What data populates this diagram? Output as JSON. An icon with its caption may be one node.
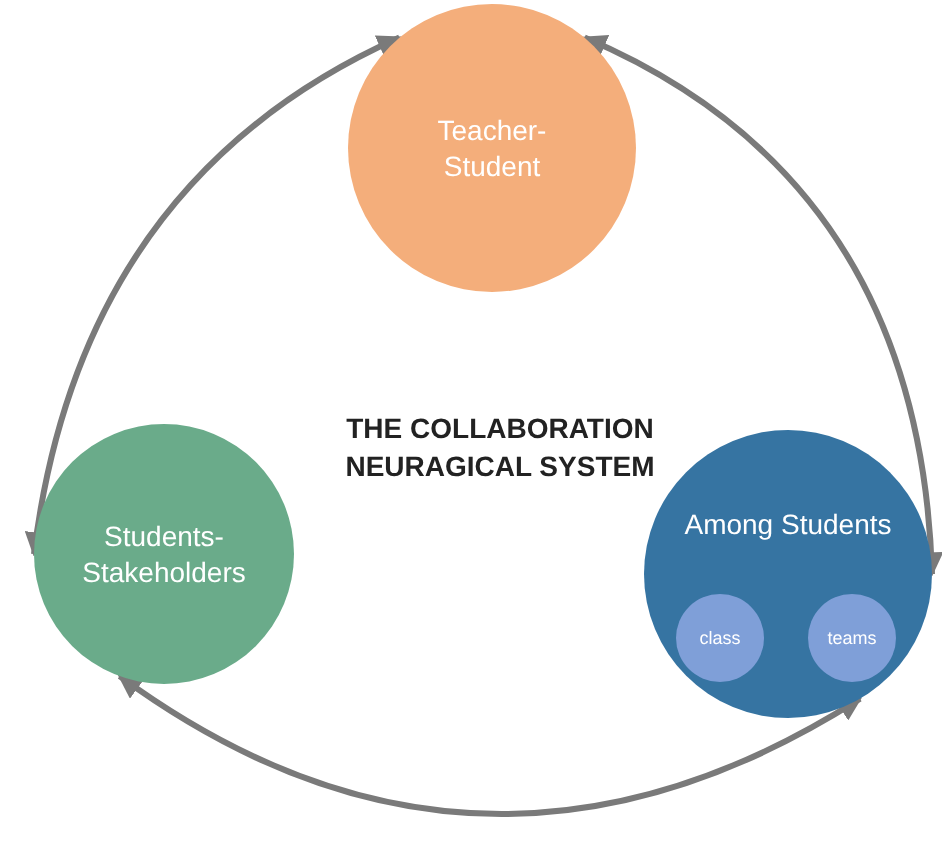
{
  "diagram": {
    "title": "THE COLLABORATION NEURAGICAL SYSTEM",
    "nodes": [
      {
        "text": [
          "Teacher-Student"
        ]
      },
      {
        "text": [
          "Students-Stakeholders"
        ]
      },
      {
        "text": [
          "Among Students"
        ]
      },
      {
        "text": [
          "class"
        ],
        "in": 2
      },
      {
        "text": [
          "teams"
        ],
        "in": 2
      }
    ],
    "edges": [
      {
        "from": 0,
        "to": 1,
        "arrow": "both"
      },
      {
        "from": 0,
        "to": 2,
        "arrow": "both"
      },
      {
        "from": 1,
        "to": 2,
        "arrow": "both"
      }
    ]
  }
}
